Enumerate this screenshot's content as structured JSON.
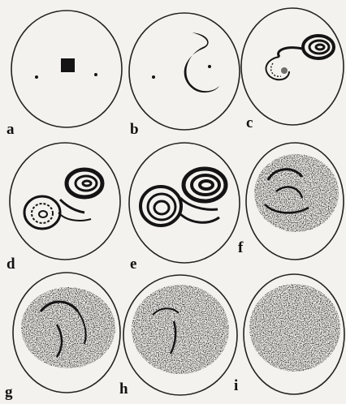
{
  "figure": {
    "panels": [
      {
        "id": "a",
        "label": "a",
        "stage": "initial square blob with two point vortices"
      },
      {
        "id": "b",
        "label": "b",
        "stage": "blob stretched into a curved filament"
      },
      {
        "id": "c",
        "label": "c",
        "stage": "filament winding into a spiral"
      },
      {
        "id": "d",
        "label": "d",
        "stage": "two spiral lobes"
      },
      {
        "id": "e",
        "label": "e",
        "stage": "spirals with finer striations"
      },
      {
        "id": "f",
        "label": "f",
        "stage": "partially mixed texture"
      },
      {
        "id": "g",
        "label": "g",
        "stage": "mostly mixed with folds"
      },
      {
        "id": "h",
        "label": "h",
        "stage": "nearly fully mixed"
      },
      {
        "id": "i",
        "label": "i",
        "stage": "fully mixed"
      }
    ],
    "colors": {
      "ink": "#141414",
      "paper": "#f3f2ee",
      "circle": "#222222"
    }
  }
}
